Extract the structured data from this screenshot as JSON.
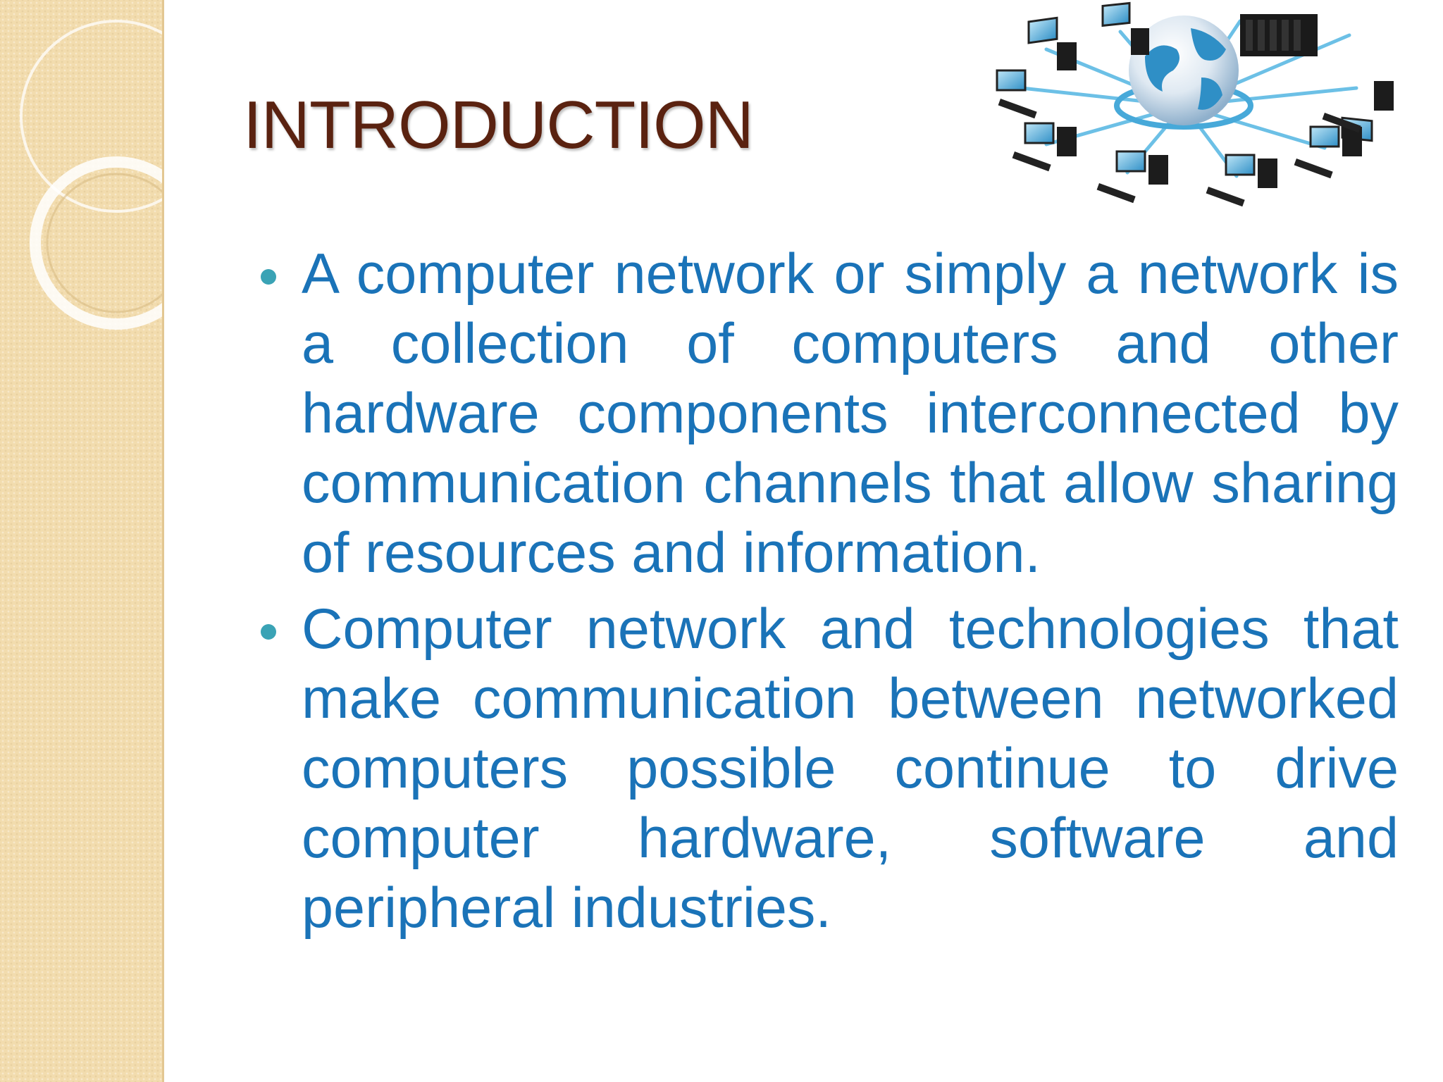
{
  "slide": {
    "title": "INTRODUCTION",
    "image": {
      "icon": "computer-network-globe-icon"
    },
    "bullets": [
      {
        "text": "A computer network or simply a network is a collection of computers and other hardware components interconnected by communication channels that allow sharing of resources and information."
      },
      {
        "text": "Computer network and technologies that make communication between networked computers possible continue to drive computer hardware, software and peripheral industries."
      }
    ],
    "colors": {
      "title": "#5a2210",
      "body_text": "#1a73b8",
      "bullet": "#3aa3b5",
      "side_band": "#f2dcae"
    }
  }
}
